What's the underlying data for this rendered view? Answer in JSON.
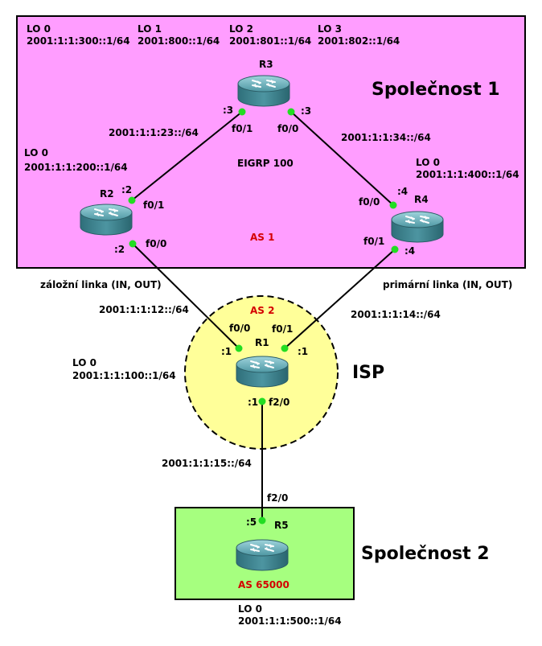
{
  "areas": {
    "company1_name": "Společnost 1",
    "company2_name": "Společnost 2",
    "isp_name": "ISP",
    "company1_color": "#ff9dff",
    "company2_color": "#a6ff7f",
    "isp_color": "#ffff99"
  },
  "routers": {
    "r1": "R1",
    "r2": "R2",
    "r3": "R3",
    "r4": "R4",
    "r5": "R5"
  },
  "r3_loopbacks": {
    "lo0_label": "LO 0",
    "lo0_addr": "2001:1:1:300::1/64",
    "lo1_label": "LO 1",
    "lo1_addr": "2001:800::1/64",
    "lo2_label": "LO 2",
    "lo2_addr": "2001:801::1/64",
    "lo3_label": "LO 3",
    "lo3_addr": "2001:802::1/64"
  },
  "r2_loopback": {
    "label": "LO 0",
    "addr": "2001:1:1:200::1/64"
  },
  "r4_loopback": {
    "label": "LO 0",
    "addr": "2001:1:1:400::1/64"
  },
  "r1_loopback": {
    "label": "LO 0",
    "addr": "2001:1:1:100::1/64"
  },
  "r5_loopback": {
    "label": "LO 0",
    "addr": "2001:1:1:500::1/64"
  },
  "protocol": "EIGRP 100",
  "as_labels": {
    "as1": "AS 1",
    "as2": "AS 2",
    "as65000": "AS 65000"
  },
  "networks": {
    "r2_r3": "2001:1:1:23::/64",
    "r3_r4": "2001:1:1:34::/64",
    "r1_r2": "2001:1:1:12::/64",
    "r1_r4": "2001:1:1:14::/64",
    "r1_r5": "2001:1:1:15::/64"
  },
  "link_notes": {
    "backup": "záložní linka (IN, OUT)",
    "primary": "primární linka (IN, OUT)"
  },
  "interfaces": {
    "r3_left_if": "f0/1",
    "r3_left_host": ":3",
    "r3_right_if": "f0/0",
    "r3_right_host": ":3",
    "r2_top_if": "f0/1",
    "r2_top_host": ":2",
    "r2_bottom_if": "f0/0",
    "r2_bottom_host": ":2",
    "r4_top_if": "f0/0",
    "r4_top_host": ":4",
    "r4_bottom_if": "f0/1",
    "r4_bottom_host": ":4",
    "r1_left_if": "f0/0",
    "r1_left_host": ":1",
    "r1_right_if": "f0/1",
    "r1_right_host": ":1",
    "r1_bottom_if": "f2/0",
    "r1_bottom_host": ":1",
    "r5_if": "f2/0",
    "r5_host": ":5"
  }
}
